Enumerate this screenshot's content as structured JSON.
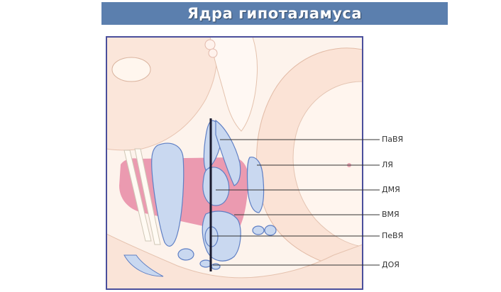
{
  "title": "Ядра гипоталамуса",
  "labels": {
    "pavya": "ПаВЯ",
    "lya": "ЛЯ",
    "dmya": "ДМЯ",
    "vmya": "ВМЯ",
    "pevya": "ПеВЯ",
    "doya": "ДОЯ"
  },
  "colors": {
    "title_bg": "#5b7fae",
    "tissue": "#fbe7dc",
    "nucleus_fill": "#c9d8f0",
    "nucleus_stroke": "#5f7fc4",
    "pink_region": "#e88aa6",
    "outline": "#4a4f9c",
    "divider": "#1a1a2e"
  }
}
